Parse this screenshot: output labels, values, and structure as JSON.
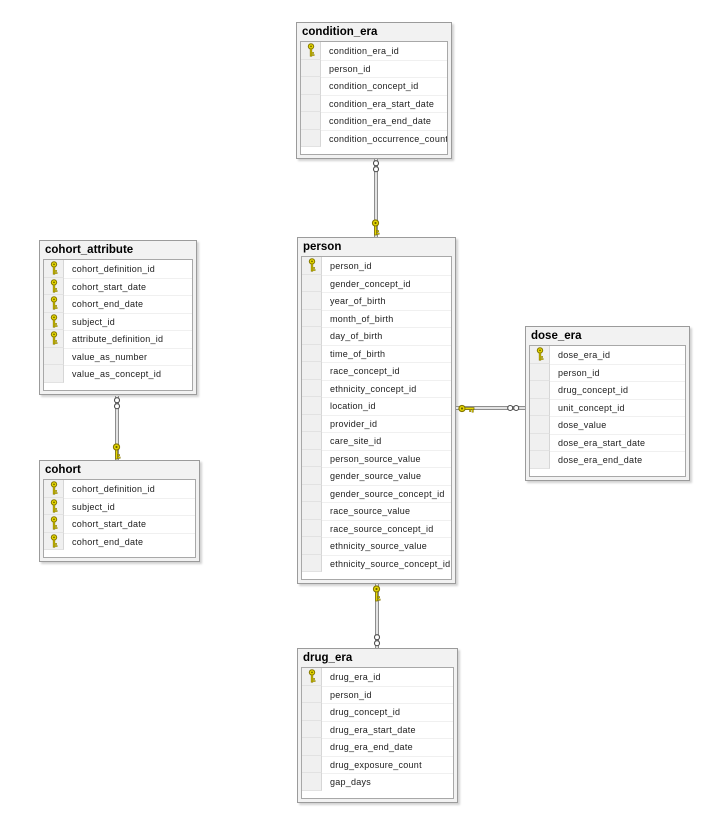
{
  "diagram": {
    "colors": {
      "canvas_background": "#ffffff",
      "table_chrome": "#f2f2f2",
      "grid_background": "#ffffff",
      "table_border": "#9b9b9b",
      "connector_line": "#8e8e8e",
      "key_icon_fill": "#e6d800",
      "key_icon_outline": "#847600"
    },
    "icons": {
      "primary_key": "key-icon",
      "relationship_one_end": "key-icon",
      "relationship_many_end": "infinity-icon"
    },
    "tables": [
      {
        "id": "condition_era",
        "name": "condition_era",
        "columns": [
          {
            "name": "condition_era_id",
            "pk": true
          },
          {
            "name": "person_id",
            "pk": false
          },
          {
            "name": "condition_concept_id",
            "pk": false
          },
          {
            "name": "condition_era_start_date",
            "pk": false
          },
          {
            "name": "condition_era_end_date",
            "pk": false
          },
          {
            "name": "condition_occurrence_count",
            "pk": false
          }
        ]
      },
      {
        "id": "person",
        "name": "person",
        "columns": [
          {
            "name": "person_id",
            "pk": true
          },
          {
            "name": "gender_concept_id",
            "pk": false
          },
          {
            "name": "year_of_birth",
            "pk": false
          },
          {
            "name": "month_of_birth",
            "pk": false
          },
          {
            "name": "day_of_birth",
            "pk": false
          },
          {
            "name": "time_of_birth",
            "pk": false
          },
          {
            "name": "race_concept_id",
            "pk": false
          },
          {
            "name": "ethnicity_concept_id",
            "pk": false
          },
          {
            "name": "location_id",
            "pk": false
          },
          {
            "name": "provider_id",
            "pk": false
          },
          {
            "name": "care_site_id",
            "pk": false
          },
          {
            "name": "person_source_value",
            "pk": false
          },
          {
            "name": "gender_source_value",
            "pk": false
          },
          {
            "name": "gender_source_concept_id",
            "pk": false
          },
          {
            "name": "race_source_value",
            "pk": false
          },
          {
            "name": "race_source_concept_id",
            "pk": false
          },
          {
            "name": "ethnicity_source_value",
            "pk": false
          },
          {
            "name": "ethnicity_source_concept_id",
            "pk": false
          }
        ]
      },
      {
        "id": "cohort_attribute",
        "name": "cohort_attribute",
        "columns": [
          {
            "name": "cohort_definition_id",
            "pk": true
          },
          {
            "name": "cohort_start_date",
            "pk": true
          },
          {
            "name": "cohort_end_date",
            "pk": true
          },
          {
            "name": "subject_id",
            "pk": true
          },
          {
            "name": "attribute_definition_id",
            "pk": true
          },
          {
            "name": "value_as_number",
            "pk": false
          },
          {
            "name": "value_as_concept_id",
            "pk": false
          }
        ]
      },
      {
        "id": "cohort",
        "name": "cohort",
        "columns": [
          {
            "name": "cohort_definition_id",
            "pk": true
          },
          {
            "name": "subject_id",
            "pk": true
          },
          {
            "name": "cohort_start_date",
            "pk": true
          },
          {
            "name": "cohort_end_date",
            "pk": true
          }
        ]
      },
      {
        "id": "dose_era",
        "name": "dose_era",
        "columns": [
          {
            "name": "dose_era_id",
            "pk": true
          },
          {
            "name": "person_id",
            "pk": false
          },
          {
            "name": "drug_concept_id",
            "pk": false
          },
          {
            "name": "unit_concept_id",
            "pk": false
          },
          {
            "name": "dose_value",
            "pk": false
          },
          {
            "name": "dose_era_start_date",
            "pk": false
          },
          {
            "name": "dose_era_end_date",
            "pk": false
          }
        ]
      },
      {
        "id": "drug_era",
        "name": "drug_era",
        "columns": [
          {
            "name": "drug_era_id",
            "pk": true
          },
          {
            "name": "person_id",
            "pk": false
          },
          {
            "name": "drug_concept_id",
            "pk": false
          },
          {
            "name": "drug_era_start_date",
            "pk": false
          },
          {
            "name": "drug_era_end_date",
            "pk": false
          },
          {
            "name": "drug_exposure_count",
            "pk": false
          },
          {
            "name": "gap_days",
            "pk": false
          }
        ]
      }
    ],
    "relationships": [
      {
        "many_end": "condition_era",
        "one_end": "person"
      },
      {
        "many_end": "drug_era",
        "one_end": "person"
      },
      {
        "many_end": "dose_era",
        "one_end": "person"
      },
      {
        "many_end": "cohort_attribute",
        "one_end": "cohort"
      }
    ]
  }
}
